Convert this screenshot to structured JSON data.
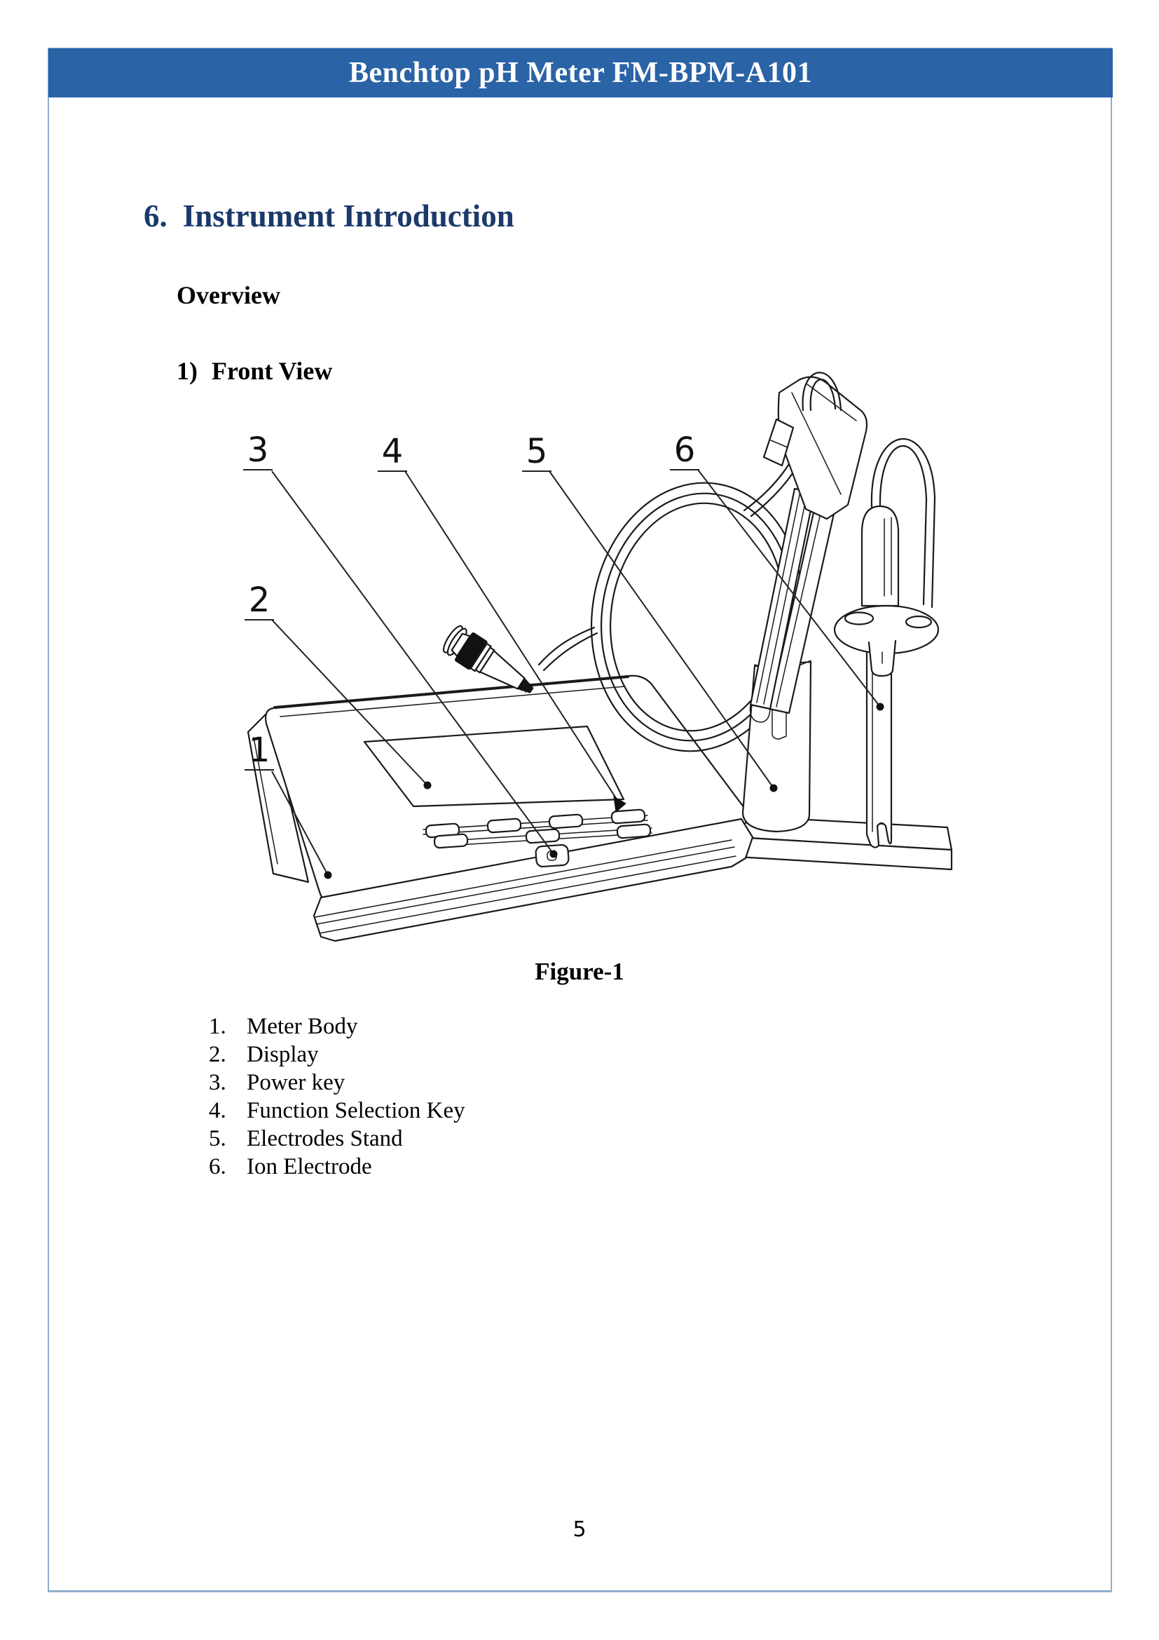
{
  "colors": {
    "header_bg": "#2A63A6",
    "header_text": "#FFFFFF",
    "heading_text": "#1B3A6B",
    "border": "#8FAECE",
    "ink": "#1A1A1A"
  },
  "header": {
    "title": "Benchtop pH Meter FM-BPM-A101"
  },
  "section": {
    "number": "6.",
    "title": "Instrument Introduction"
  },
  "overview": {
    "label": "Overview"
  },
  "subsection": {
    "number": "1)",
    "title": "Front View"
  },
  "figure": {
    "caption": "Figure-1",
    "callouts": [
      "1",
      "2",
      "3",
      "4",
      "5",
      "6"
    ]
  },
  "parts_list": {
    "items": [
      {
        "num": "1.",
        "label": "Meter Body"
      },
      {
        "num": "2.",
        "label": "Display"
      },
      {
        "num": "3.",
        "label": "Power key"
      },
      {
        "num": "4.",
        "label": "Function Selection Key"
      },
      {
        "num": "5.",
        "label": "Electrodes Stand"
      },
      {
        "num": "6.",
        "label": "Ion Electrode"
      }
    ]
  },
  "footer": {
    "page_number": "5"
  }
}
